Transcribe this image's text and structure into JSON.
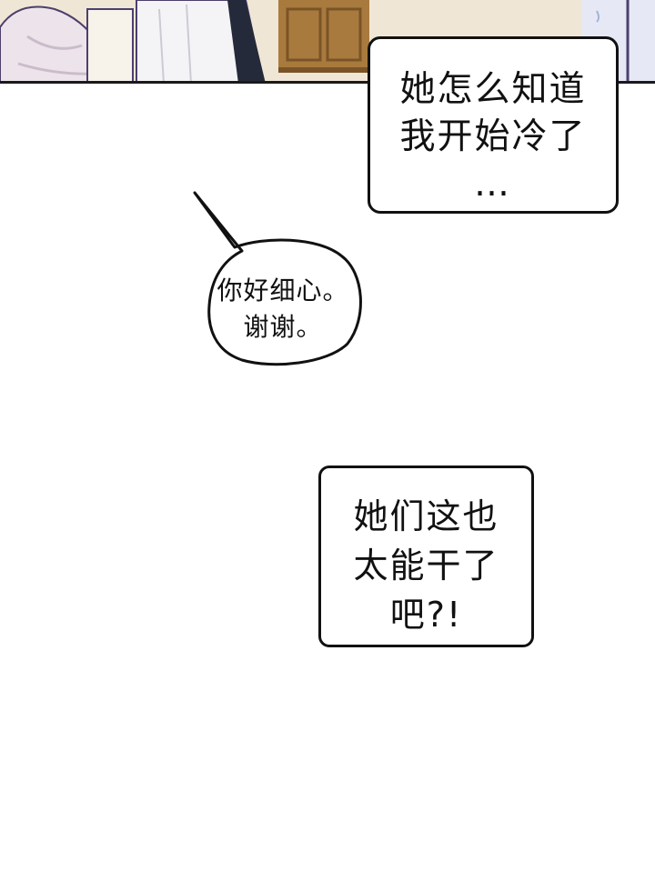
{
  "panel_top": {
    "colors": {
      "wall": "#f0e6d6",
      "cabinet": "#a97a3e",
      "cabinet_dark": "#7a5426",
      "dress": "#ece4ea",
      "dress_shadow": "#cbbccb",
      "robe": "#f4f4f6",
      "robe_dark": "#252a3a",
      "window": "#e6e8f6",
      "sweat": "#9fb6d9"
    }
  },
  "box_1": {
    "line_1": "她怎么知道",
    "line_2": "我开始冷了",
    "line_3": "…"
  },
  "bubble_2": {
    "line_1": "你好细心。",
    "line_2": "谢谢。"
  },
  "box_3": {
    "line_1": "她们这也",
    "line_2": "太能干了",
    "line_3": "吧?!"
  }
}
